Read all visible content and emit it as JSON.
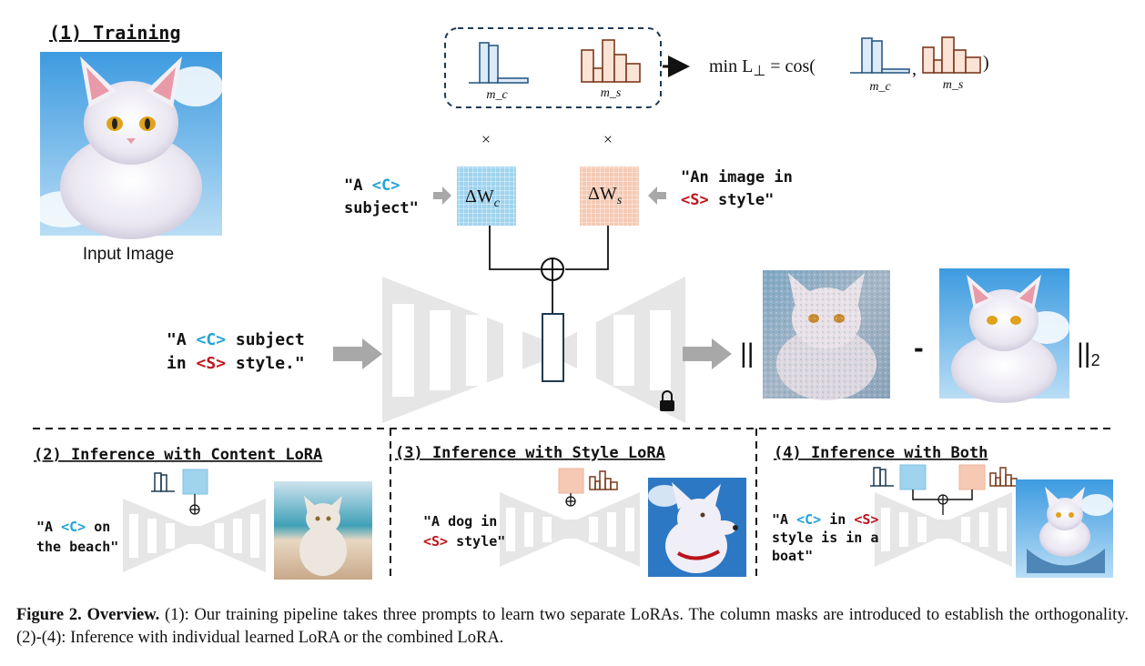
{
  "colors": {
    "content_blue": "#9fd3ee",
    "content_blue_stroke": "#2b5a86",
    "style_peach": "#f5c9b3",
    "style_brown": "#7a3a1d",
    "token_c": "#21a3d8",
    "token_s": "#c0141b",
    "unet_gray": "#e6e6e6",
    "arrow_gray": "#a8a8a8"
  },
  "section1": {
    "title": "(1) Training",
    "input_label": "Input Image",
    "mask_c_label": "m_c",
    "mask_s_label": "m_s",
    "times": "×",
    "loss_prefix": "min L",
    "loss_sub": "⊥",
    "loss_eq": " = cos(",
    "loss_comma": ",",
    "loss_close": ")",
    "delta_wc": "ΔW",
    "delta_wc_sub": "c",
    "delta_ws": "ΔW",
    "delta_ws_sub": "s",
    "prompt_c_line1": "\"A <C>",
    "prompt_c_line2": "subject\"",
    "prompt_s_line1": "\"An image in",
    "prompt_s_line2": "<S> style\"",
    "prompt_main_line1": "\"A <C> subject",
    "prompt_main_line2": "in <S> style.\"",
    "norm_open": "||",
    "minus": "-",
    "norm_close": "||",
    "norm_sub": "2"
  },
  "section2": {
    "title": "(2) Inference with Content LoRA",
    "prompt_line1": "\"A <C> on",
    "prompt_line2": "the beach\""
  },
  "section3": {
    "title": "(3) Inference with Style LoRA",
    "prompt_line1": "\"A dog in",
    "prompt_line2": "<S> style\""
  },
  "section4": {
    "title": "(4) Inference with Both",
    "prompt_line1": "\"A <C> in <S>",
    "prompt_line2": "style is in a",
    "prompt_line3": "boat\""
  },
  "caption": {
    "label": "Figure 2.",
    "bold": "Overview.",
    "text": "(1): Our training pipeline takes three prompts to learn two separate LoRAs. The column masks are introduced to establish the orthogonality. (2)-(4): Inference with individual learned LoRA or the combined LoRA."
  }
}
